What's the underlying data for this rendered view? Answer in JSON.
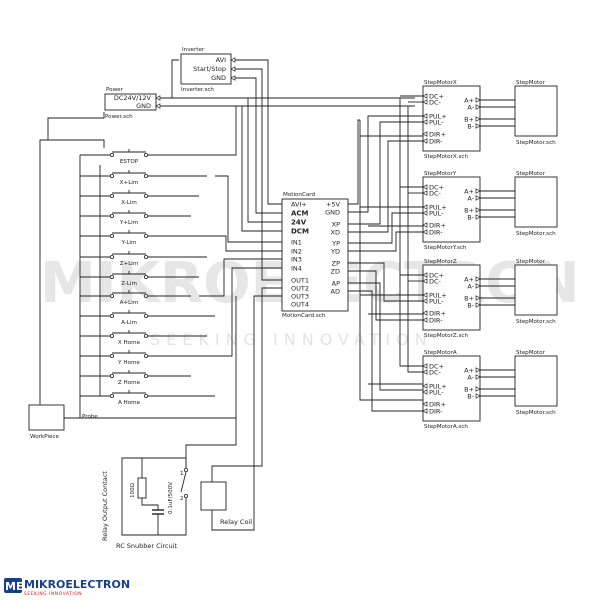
{
  "watermark": {
    "brand": "MIKROELECTRON",
    "tagline": "SEEKING INNOVATION"
  },
  "logo": {
    "mark": "ME",
    "name": "MIKROELECTRON",
    "tagline": "SEEKING INNOVATION"
  },
  "inverter": {
    "title": "Inverter",
    "pins": [
      "AVI",
      "Start/Stop",
      "GND"
    ],
    "file": "Inverter.sch"
  },
  "power": {
    "title": "Power",
    "pins": [
      "DC24V/12V",
      "GND"
    ],
    "file": "Power.sch"
  },
  "motion_card": {
    "title": "MotionCard",
    "left_pins": [
      "AVI+",
      "ACM",
      "24V",
      "DCM",
      "IN1",
      "IN2",
      "IN3",
      "IN4",
      "OUT1",
      "OUT2",
      "OUT3",
      "OUT4"
    ],
    "right_pins": [
      "+5V",
      "GND",
      "XP",
      "XD",
      "YP",
      "YD",
      "ZP",
      "ZD",
      "AP",
      "AD"
    ],
    "file": "MotionCard.sch"
  },
  "drivers": [
    {
      "title": "StepMotorX",
      "file": "StepMotorX.sch"
    },
    {
      "title": "StepMotorY",
      "file": "StepMotorY.sch"
    },
    {
      "title": "StepMotorZ",
      "file": "StepMotorZ.sch"
    },
    {
      "title": "StepMotorA",
      "file": "StepMotorA.sch"
    }
  ],
  "driver_pins": {
    "left": [
      "DC+",
      "DC-",
      "PUL+",
      "PUL-",
      "DIR+",
      "DIR-"
    ],
    "right": [
      "A+",
      "A-",
      "B+",
      "B-"
    ]
  },
  "motors": [
    {
      "title": "StepMotor",
      "file": "StepMotor.sch"
    },
    {
      "title": "StepMotor",
      "file": "StepMotor.sch"
    },
    {
      "title": "StepMotor",
      "file": "StepMotor.sch"
    },
    {
      "title": "StepMotor",
      "file": "StepMotor.sch"
    }
  ],
  "switches": [
    "ESTOP",
    "X+Lim",
    "X-Lim",
    "Y+Lim",
    "Y-Lim",
    "Z+Lim",
    "Z-Lim",
    "A+Lim",
    "A-Lim",
    "X Home",
    "Y Home",
    "Z Home",
    "A Home"
  ],
  "probe_label": "Probe",
  "workpiece_label": "WorkPiece",
  "relay": {
    "coil_label": "Relay Coil",
    "contact_label": "Relay Output Contact",
    "snubber_label": "RC Snubber Circuit",
    "resistor": "100Ω",
    "capacitor": "0.1uF/500V",
    "contact_pins": [
      "1",
      "2"
    ]
  }
}
